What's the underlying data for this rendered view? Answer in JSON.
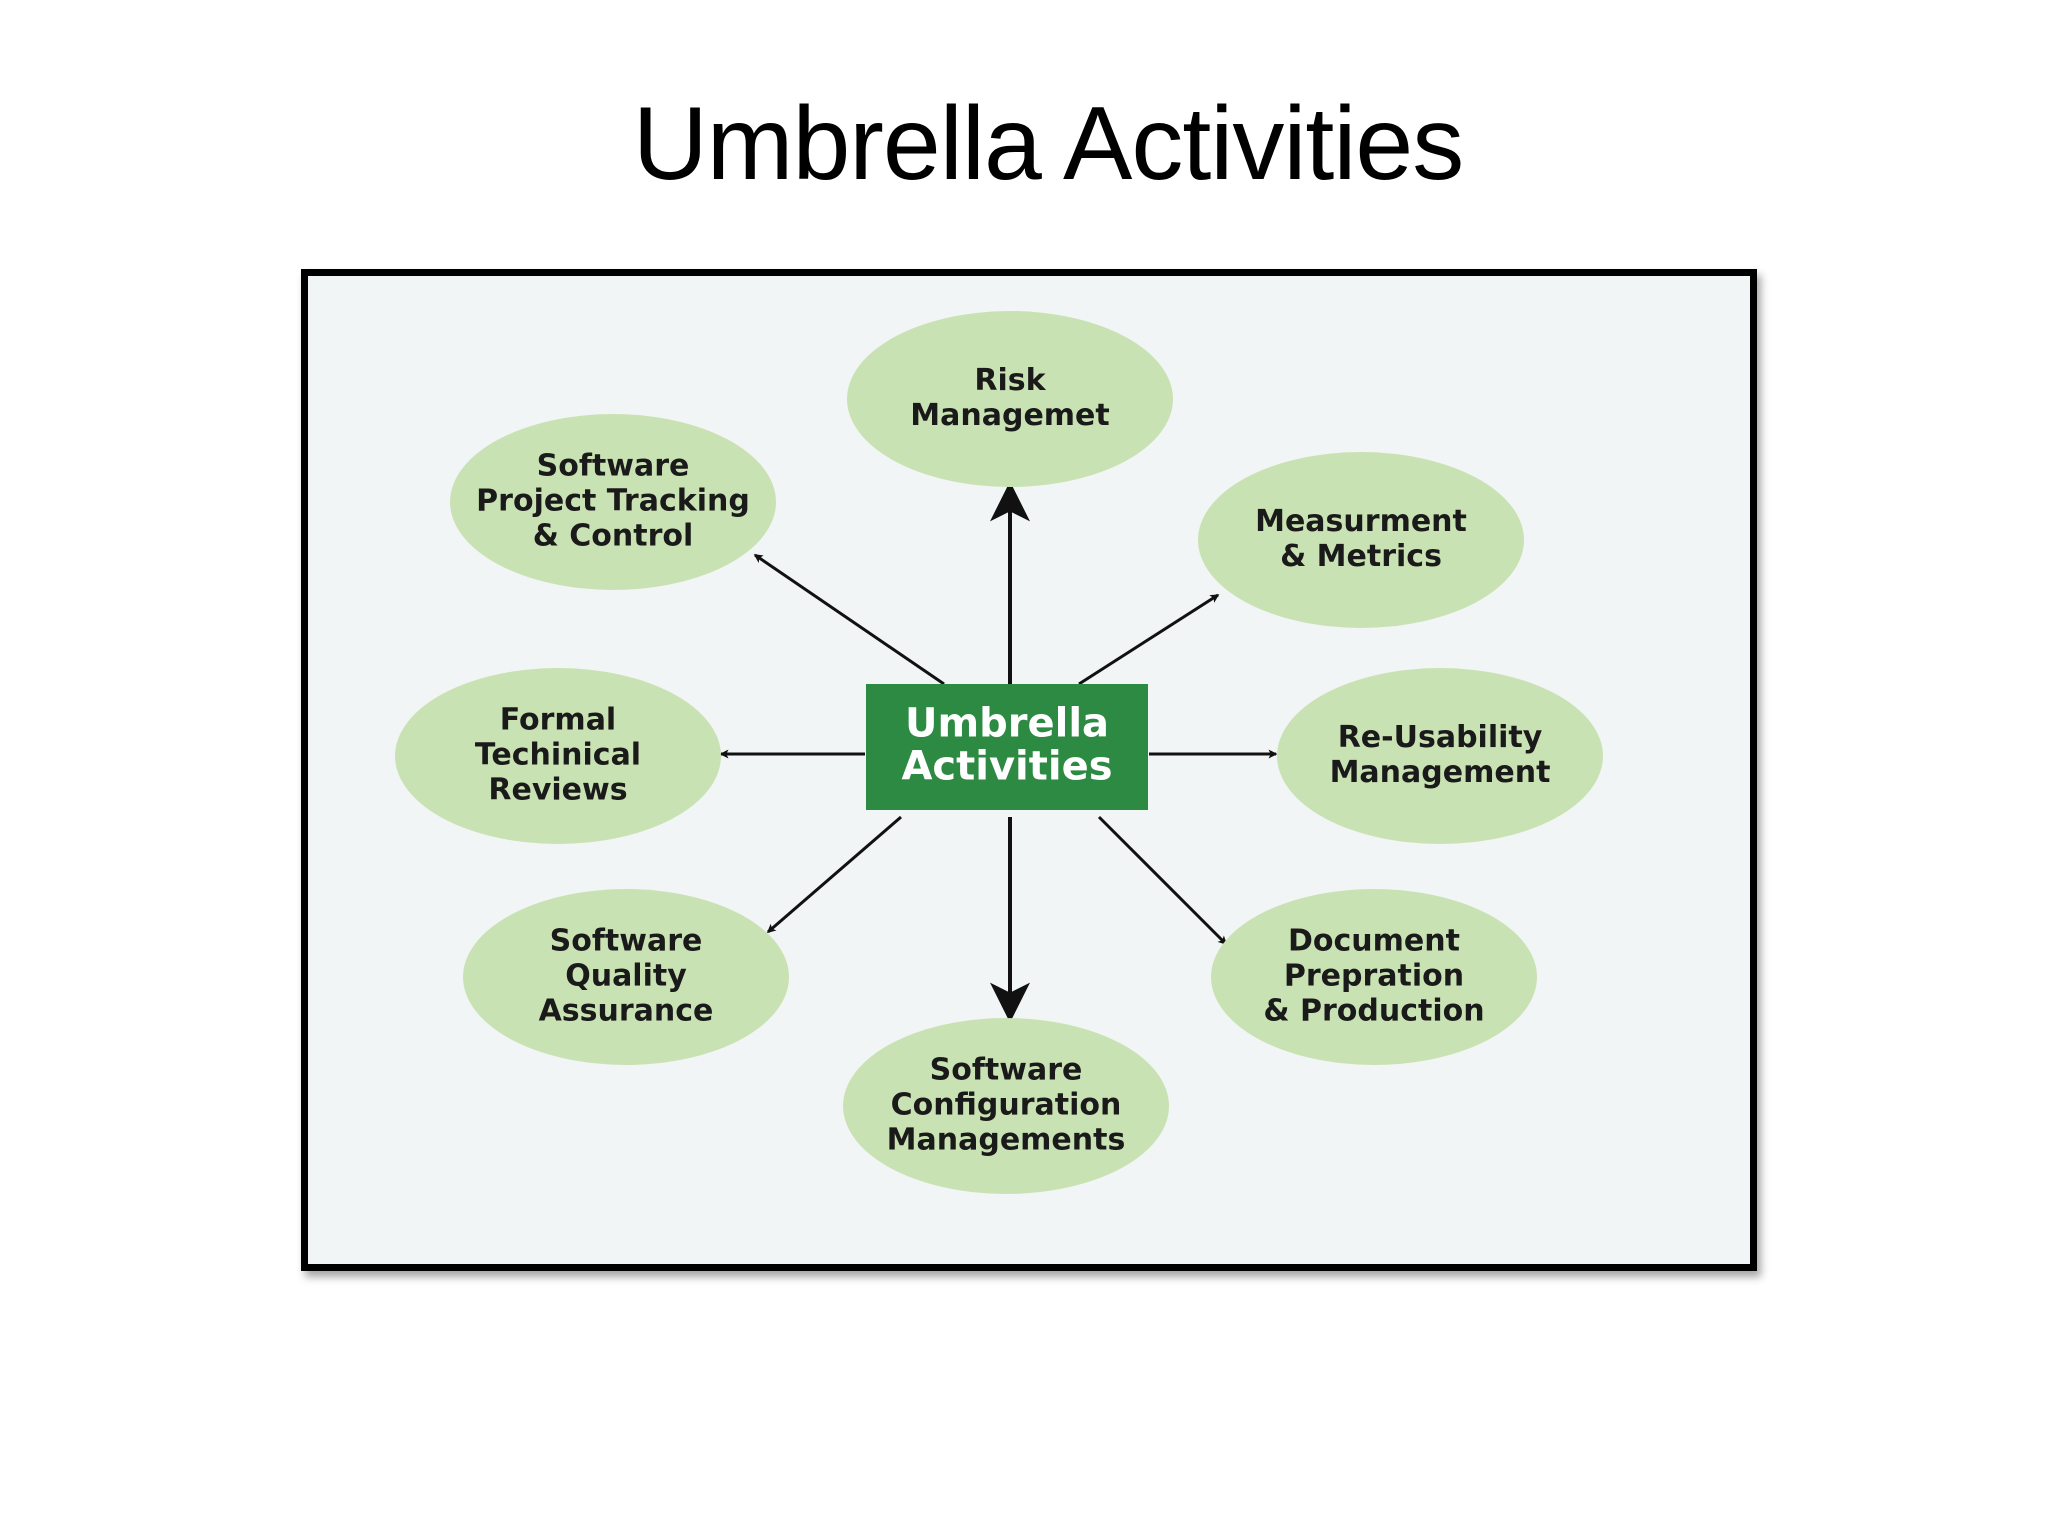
{
  "slide": {
    "title": "Umbrella Activities"
  },
  "diagram": {
    "colors": {
      "node_fill": "#c9e2b3",
      "hub_fill": "#2d8a42",
      "hub_text": "#ffffff",
      "arrow": "#111111",
      "frame_border": "#000000",
      "frame_background": "#f2f5f5"
    },
    "hub": {
      "lines": [
        "Umbrella",
        "Activities"
      ]
    },
    "nodes": [
      {
        "id": "risk",
        "lines": [
          "Risk",
          "Managemet"
        ]
      },
      {
        "id": "tracking",
        "lines": [
          "Software",
          "Project Tracking",
          "& Control"
        ]
      },
      {
        "id": "metrics",
        "lines": [
          "Measurment",
          "& Metrics"
        ]
      },
      {
        "id": "reviews",
        "lines": [
          "Formal",
          "Techinical",
          "Reviews"
        ]
      },
      {
        "id": "reusability",
        "lines": [
          "Re-Usability",
          "Management"
        ]
      },
      {
        "id": "sqa",
        "lines": [
          "Software",
          "Quality",
          "Assurance"
        ]
      },
      {
        "id": "document",
        "lines": [
          "Document",
          "Prepration",
          "& Production"
        ]
      },
      {
        "id": "config",
        "lines": [
          "Software",
          "Configuration",
          "Managements"
        ]
      }
    ]
  }
}
